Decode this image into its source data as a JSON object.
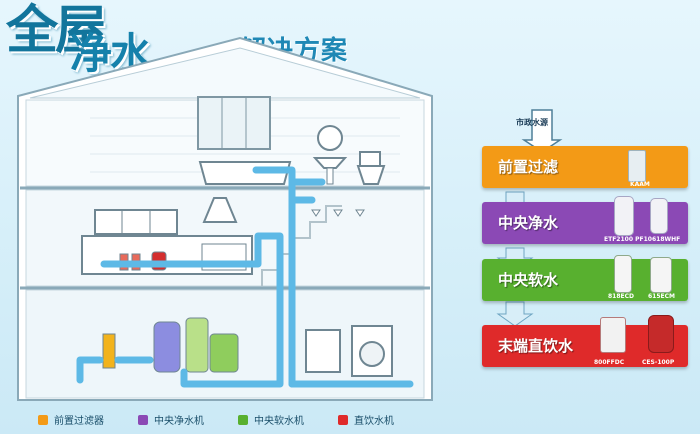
{
  "title": {
    "part1": "全屋",
    "part2": "净水",
    "part3": "解决方案"
  },
  "flow": {
    "source_label": "市政水源",
    "steps": [
      {
        "label": "前置过滤",
        "color": "#f39a16",
        "products": [
          "KAAM"
        ]
      },
      {
        "label": "中央净水",
        "color": "#8b49b5",
        "products": [
          "ETF2100 PF10",
          "618WHF"
        ]
      },
      {
        "label": "中央软水",
        "color": "#58b02f",
        "products": [
          "818ECD",
          "615ECM"
        ]
      },
      {
        "label": "末端直饮水",
        "color": "#df2a2a",
        "products": [
          "800FFDC",
          "CES-100P"
        ]
      }
    ]
  },
  "legend": [
    {
      "label": "前置过滤器",
      "color": "#f39a16"
    },
    {
      "label": "中央净水机",
      "color": "#8b49b5"
    },
    {
      "label": "中央软水机",
      "color": "#58b02f"
    },
    {
      "label": "直饮水机",
      "color": "#df2a2a"
    }
  ],
  "colors": {
    "pipe": "#5db9e6",
    "house_outline": "#8aa9b8",
    "title": "#12759c"
  }
}
